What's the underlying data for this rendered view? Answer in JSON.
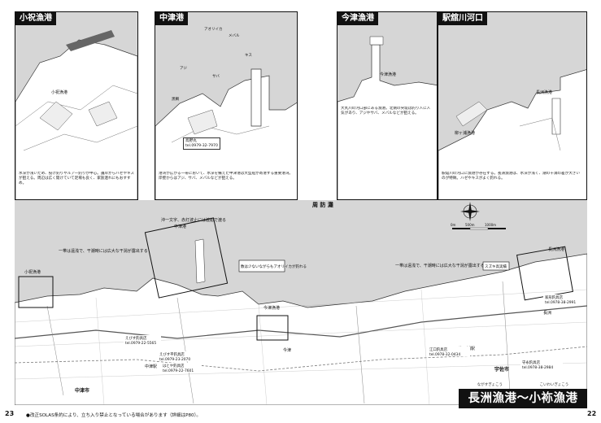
{
  "page": {
    "title": "長洲漁港〜小袮漁港",
    "title_ruby": [
      "ながすぎょこう",
      "こいわいぎょこう"
    ],
    "page_left": "23",
    "page_right": "22",
    "footnote": "●改正SOLAS条約により、立ち入り禁止となっている場合があります（詳細はP80）。"
  },
  "insets": [
    {
      "title": "小祝漁港",
      "desc": "水深が浅いため、投げ釣りやルアー釣りが中心。護岸からハゼやキスが狙える。周辺は広く開けていて足場も良く、家族連れにもおすすめ。",
      "labels": [
        "小祝漁港"
      ]
    },
    {
      "title": "中津港",
      "desc": "港湾が広がる一帯において、水深を備えた中津港は大型船が寄港する重要港湾。岸壁からはアジ、サバ、メバルなどが狙える。",
      "shop": {
        "name": "鳥野丸",
        "tel": "tel.0979-32-7970"
      },
      "labels": [
        "アオリイカ",
        "メバル",
        "アジ",
        "サバ",
        "黒鯛",
        "キス"
      ]
    },
    {
      "title": "今津漁港",
      "desc": "大丸川の河口部にある漁港。北側の突堤は釣り人に人気があり、アジやサバ、メバルなどが狙える。",
      "labels": [
        "今津漁港"
      ]
    },
    {
      "title": "駅舘川河口",
      "desc": "駅舘川の河口に漁港が存在する。長洲漁港は、水深が浅く、潮の干満の差が大きいのが特徴。ハゼやキスがよく釣れる。",
      "labels": [
        "長洲漁港",
        "柳ヶ浦漁港"
      ]
    }
  ],
  "map": {
    "sea_label": "周 防 灘",
    "annotations": [
      "沖一文字、赤灯波止には渡船で渡る",
      "中津港",
      "一帯は遠浅で、干潮時には広大な干潟が露出する",
      "小祝漁港",
      "数は少ないながらもアオリイカが釣れる",
      "今津漁港",
      "一帯は遠浅で、干潮時には広大な干潟が露出する",
      "スズキ高実績",
      "長洲漁港"
    ],
    "scale": {
      "labels": [
        "0m",
        "500m",
        "1000m"
      ]
    },
    "compass": "N",
    "shops": [
      {
        "name": "えびす釣具店",
        "tel": "tel.0979-22-5565"
      },
      {
        "name": "えびす平釣具店",
        "tel": "tel.0979-23-2070"
      },
      {
        "name": "はとや釣具店",
        "tel": "tel.0979-22-7601"
      },
      {
        "name": "江口釣具店",
        "tel": "tel.0978-32-0434"
      },
      {
        "name": "守永釣具店",
        "tel": "tel.0978-38-2984"
      },
      {
        "name": "家形釣具店",
        "tel": "tel.0978-38-2991"
      }
    ],
    "places": [
      "中津市",
      "宇佐市",
      "中津駅",
      "今津",
      "長洲",
      "柳ヶ浦駅"
    ]
  },
  "colors": {
    "sea": "#d6d6d6",
    "land": "#ffffff",
    "ink": "#111111",
    "title_bg": "#111111"
  }
}
